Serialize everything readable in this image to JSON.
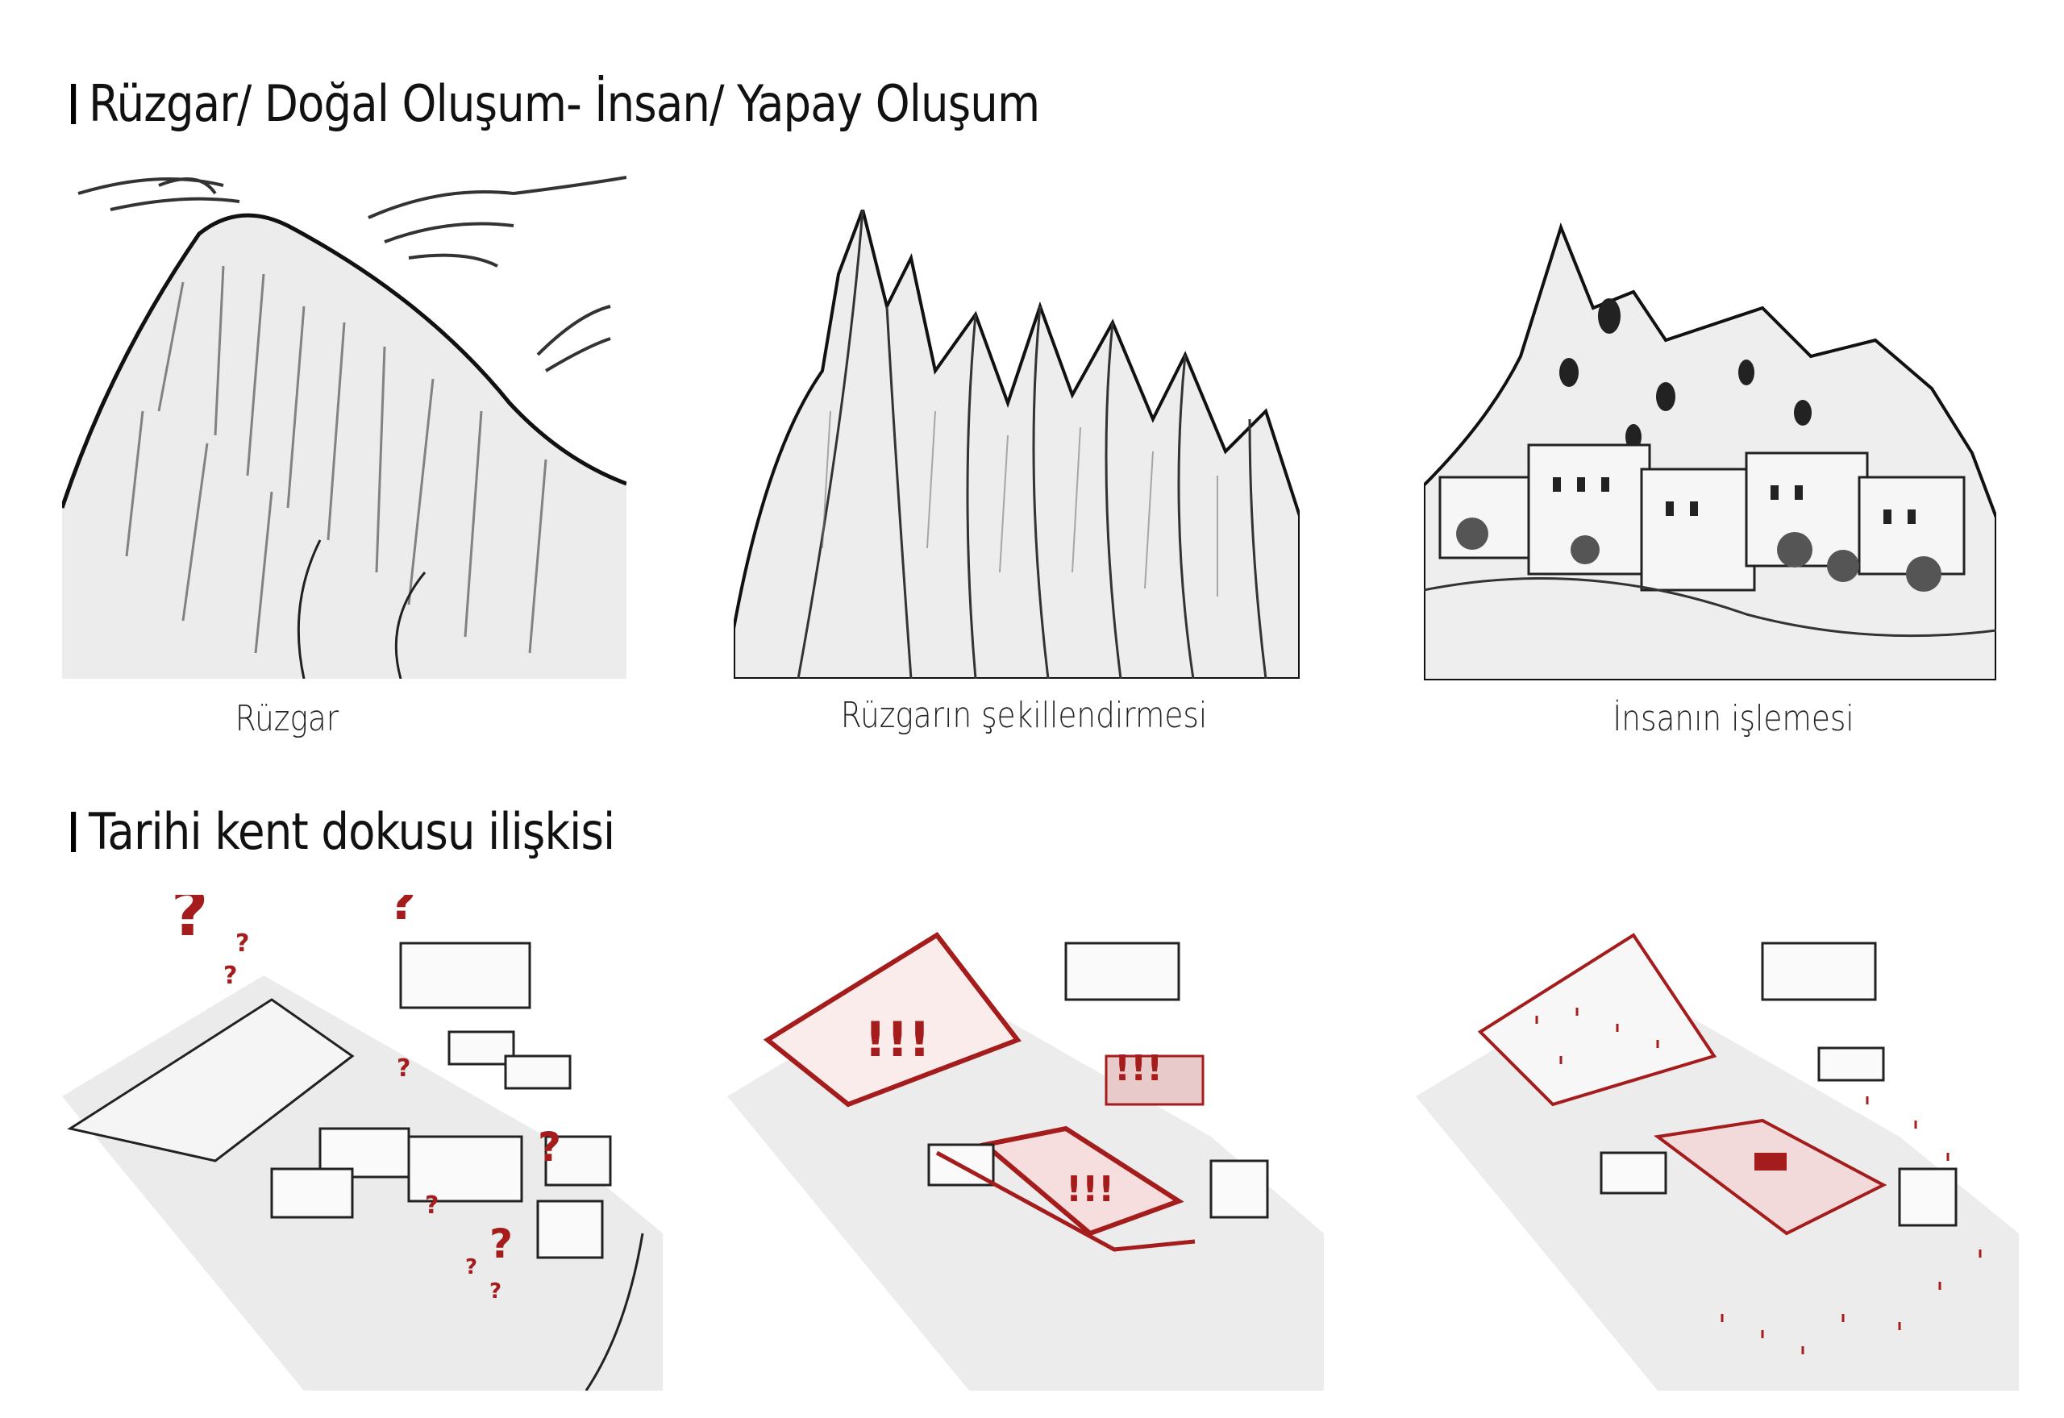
{
  "section1": {
    "title": "Rüzgar/ Doğal Oluşum- İnsan/ Yapay Oluşum",
    "panels": [
      {
        "caption": "Rüzgar",
        "illustration": "mountain-with-wind-sketch"
      },
      {
        "caption": "Rüzgarın şekillendirmesi",
        "illustration": "fairy-chimneys-sketch"
      },
      {
        "caption": "İnsanın işlemesi",
        "illustration": "carved-rock-town-sketch"
      }
    ]
  },
  "section2": {
    "title": "Tarihi kent dokusu ilişkisi",
    "panels": [
      {
        "illustration": "site-plan-questions",
        "marks": [
          "?",
          "?",
          "?",
          "?",
          "?",
          "?",
          "?",
          "?",
          "?",
          "?"
        ]
      },
      {
        "illustration": "site-plan-highlighted-zones",
        "marks": [
          "!!!",
          "!!!",
          "!!!"
        ]
      },
      {
        "illustration": "site-plan-proposal"
      }
    ]
  },
  "colors": {
    "accent": "#a51c1c",
    "ink": "#111111",
    "shade": "#dcdcdc"
  }
}
